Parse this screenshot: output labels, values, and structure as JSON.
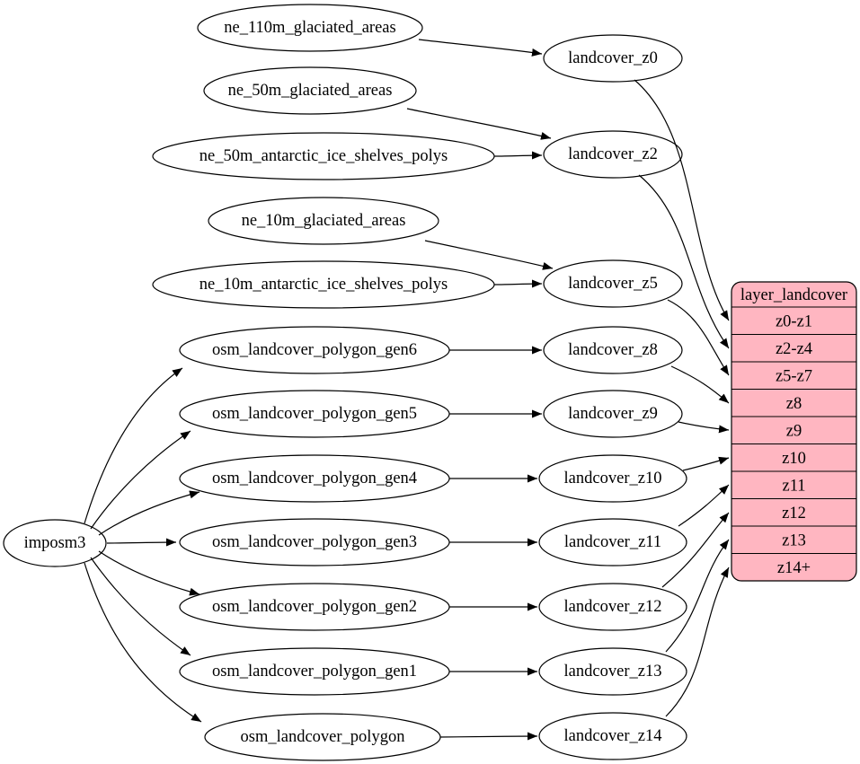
{
  "diagram": {
    "background_color": "#ffffff",
    "edge_color": "#000000",
    "node_fill_color": "#ffffff",
    "node_stroke_color": "#000000",
    "nodes": [
      {
        "id": "imposm3",
        "label": "imposm3"
      },
      {
        "id": "ne_110m_glaciated_areas",
        "label": "ne_110m_glaciated_areas"
      },
      {
        "id": "ne_50m_glaciated_areas",
        "label": "ne_50m_glaciated_areas"
      },
      {
        "id": "ne_50m_antarctic_ice_shelves_polys",
        "label": "ne_50m_antarctic_ice_shelves_polys"
      },
      {
        "id": "ne_10m_glaciated_areas",
        "label": "ne_10m_glaciated_areas"
      },
      {
        "id": "ne_10m_antarctic_ice_shelves_polys",
        "label": "ne_10m_antarctic_ice_shelves_polys"
      },
      {
        "id": "osm_landcover_polygon_gen6",
        "label": "osm_landcover_polygon_gen6"
      },
      {
        "id": "osm_landcover_polygon_gen5",
        "label": "osm_landcover_polygon_gen5"
      },
      {
        "id": "osm_landcover_polygon_gen4",
        "label": "osm_landcover_polygon_gen4"
      },
      {
        "id": "osm_landcover_polygon_gen3",
        "label": "osm_landcover_polygon_gen3"
      },
      {
        "id": "osm_landcover_polygon_gen2",
        "label": "osm_landcover_polygon_gen2"
      },
      {
        "id": "osm_landcover_polygon_gen1",
        "label": "osm_landcover_polygon_gen1"
      },
      {
        "id": "osm_landcover_polygon",
        "label": "osm_landcover_polygon"
      },
      {
        "id": "landcover_z0",
        "label": "landcover_z0"
      },
      {
        "id": "landcover_z2",
        "label": "landcover_z2"
      },
      {
        "id": "landcover_z5",
        "label": "landcover_z5"
      },
      {
        "id": "landcover_z8",
        "label": "landcover_z8"
      },
      {
        "id": "landcover_z9",
        "label": "landcover_z9"
      },
      {
        "id": "landcover_z10",
        "label": "landcover_z10"
      },
      {
        "id": "landcover_z11",
        "label": "landcover_z11"
      },
      {
        "id": "landcover_z12",
        "label": "landcover_z12"
      },
      {
        "id": "landcover_z13",
        "label": "landcover_z13"
      },
      {
        "id": "landcover_z14",
        "label": "landcover_z14"
      }
    ],
    "record": {
      "id": "layer_landcover",
      "title": "layer_landcover",
      "fill_color": "#ffb6c1",
      "rows": [
        "z0-z1",
        "z2-z4",
        "z5-z7",
        "z8",
        "z9",
        "z10",
        "z11",
        "z12",
        "z13",
        "z14+"
      ]
    },
    "edges": [
      {
        "from": "ne_110m_glaciated_areas",
        "to": "landcover_z0"
      },
      {
        "from": "ne_50m_glaciated_areas",
        "to": "landcover_z2"
      },
      {
        "from": "ne_50m_antarctic_ice_shelves_polys",
        "to": "landcover_z2"
      },
      {
        "from": "ne_10m_glaciated_areas",
        "to": "landcover_z5"
      },
      {
        "from": "ne_10m_antarctic_ice_shelves_polys",
        "to": "landcover_z5"
      },
      {
        "from": "osm_landcover_polygon_gen6",
        "to": "landcover_z8"
      },
      {
        "from": "osm_landcover_polygon_gen5",
        "to": "landcover_z9"
      },
      {
        "from": "osm_landcover_polygon_gen4",
        "to": "landcover_z10"
      },
      {
        "from": "osm_landcover_polygon_gen3",
        "to": "landcover_z11"
      },
      {
        "from": "osm_landcover_polygon_gen2",
        "to": "landcover_z12"
      },
      {
        "from": "osm_landcover_polygon_gen1",
        "to": "landcover_z13"
      },
      {
        "from": "osm_landcover_polygon",
        "to": "landcover_z14"
      },
      {
        "from": "imposm3",
        "to": "osm_landcover_polygon_gen6"
      },
      {
        "from": "imposm3",
        "to": "osm_landcover_polygon_gen5"
      },
      {
        "from": "imposm3",
        "to": "osm_landcover_polygon_gen4"
      },
      {
        "from": "imposm3",
        "to": "osm_landcover_polygon_gen3"
      },
      {
        "from": "imposm3",
        "to": "osm_landcover_polygon_gen2"
      },
      {
        "from": "imposm3",
        "to": "osm_landcover_polygon_gen1"
      },
      {
        "from": "imposm3",
        "to": "osm_landcover_polygon"
      },
      {
        "from": "landcover_z0",
        "to": "layer_landcover:z0-z1"
      },
      {
        "from": "landcover_z2",
        "to": "layer_landcover:z2-z4"
      },
      {
        "from": "landcover_z5",
        "to": "layer_landcover:z5-z7"
      },
      {
        "from": "landcover_z8",
        "to": "layer_landcover:z8"
      },
      {
        "from": "landcover_z9",
        "to": "layer_landcover:z9"
      },
      {
        "from": "landcover_z10",
        "to": "layer_landcover:z10"
      },
      {
        "from": "landcover_z11",
        "to": "layer_landcover:z11"
      },
      {
        "from": "landcover_z12",
        "to": "layer_landcover:z12"
      },
      {
        "from": "landcover_z13",
        "to": "layer_landcover:z13"
      },
      {
        "from": "landcover_z14",
        "to": "layer_landcover:z14+"
      }
    ]
  }
}
